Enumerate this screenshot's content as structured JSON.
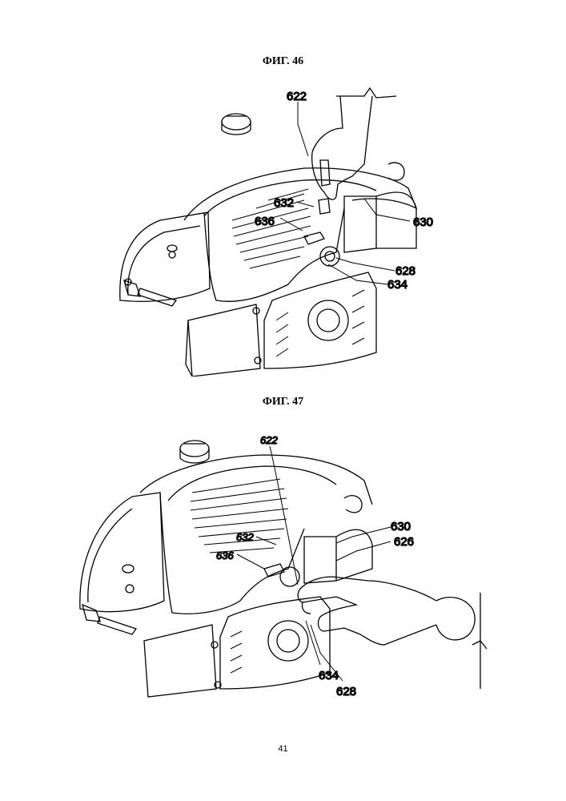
{
  "figures": [
    {
      "title": "ФИГ. 46",
      "labels": [
        "622",
        "632",
        "636",
        "630",
        "628",
        "634"
      ]
    },
    {
      "title": "ФИГ. 47",
      "labels": [
        "622",
        "632",
        "636",
        "630",
        "626",
        "634",
        "628"
      ]
    }
  ],
  "page_number": "41"
}
